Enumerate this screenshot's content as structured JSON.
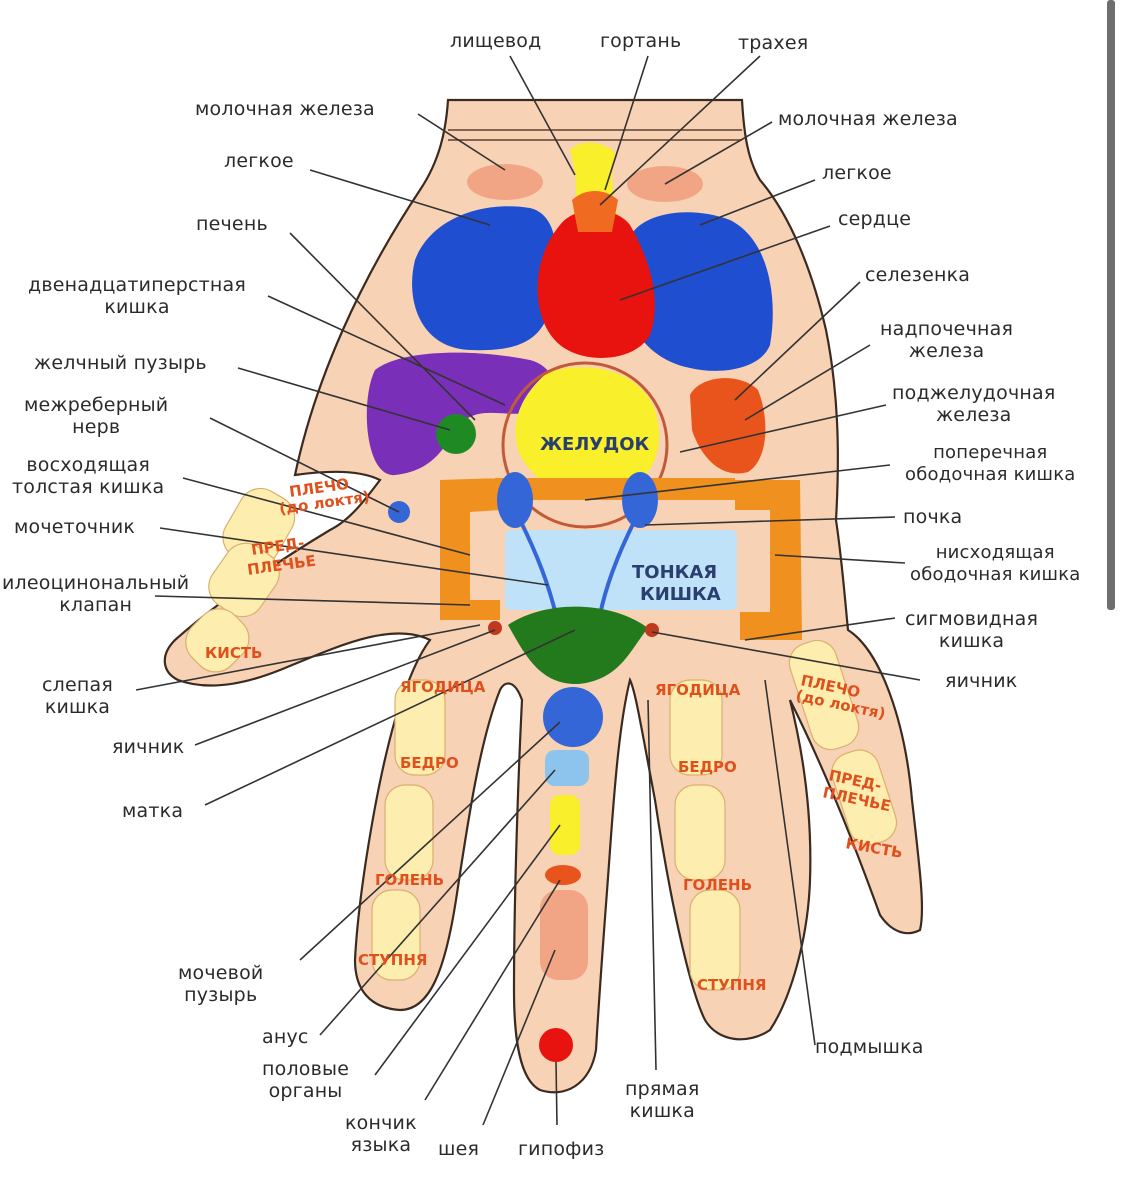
{
  "labels": {
    "esophagus": "лищевод",
    "larynx": "гортань",
    "trachea": "трахея",
    "mammary_left": "молочная железа",
    "mammary_right": "молочная железа",
    "lung_left": "легкое",
    "lung_right": "легкое",
    "liver": "печень",
    "heart": "сердце",
    "duodenum": "двенадцатиперстная\nкишка",
    "spleen": "селезенка",
    "adrenal": "надпочечная\nжелеза",
    "gallbladder": "желчный пузырь",
    "pancreas": "поджелудочная\nжелеза",
    "intercostal": "межреберный\nнерв",
    "transverse_colon": "поперечная\nободочная кишка",
    "ascending_colon": "восходящая\nтолстая кишка",
    "kidney": "почка",
    "ureter": "мочеточник",
    "descending_colon": "нисходящая\nободочная кишка",
    "ileocecal": "илеоцинональный\nклапан",
    "sigmoid": "сигмовидная\nкишка",
    "cecum": "слепая\nкишка",
    "ovary_right": "яичник",
    "ovary_left": "яичник",
    "uterus": "матка",
    "armpit": "подмышка",
    "bladder": "мочевой\nпузырь",
    "anus": "анус",
    "genitals": "половые\nорганы",
    "rectum": "прямая\nкишка",
    "tongue_tip": "кончик\nязыка",
    "neck": "шея",
    "pituitary": "гипофиз"
  },
  "organ_text": {
    "stomach": "ЖЕЛУДОК",
    "small_intestine_1": "ТОНКАЯ",
    "small_intestine_2": "КИШКА"
  },
  "zones": {
    "thumb_shoulder_1": "ПЛЕЧО",
    "thumb_shoulder_2": "(до локтя)",
    "thumb_forearm_1": "ПРЕД-",
    "thumb_forearm_2": "ПЛЕЧЬЕ",
    "thumb_hand": "КИСТЬ",
    "index_buttock": "ЯГОДИЦА",
    "index_thigh": "БЕДРО",
    "index_shin": "ГОЛЕНЬ",
    "index_foot": "СТУПНЯ",
    "ring_buttock": "ЯГОДИЦА",
    "ring_thigh": "БЕДРО",
    "ring_shin": "ГОЛЕНЬ",
    "ring_foot": "СТУПНЯ",
    "little_shoulder_1": "ПЛЕЧО",
    "little_shoulder_2": "(до локтя)",
    "little_forearm_1": "ПРЕД-",
    "little_forearm_2": "ПЛЕЧЬЕ",
    "little_hand": "КИСТЬ"
  },
  "colors": {
    "skin": "#f8d2b4",
    "skin_outline": "#3a2a20",
    "lung_blue": "#1f4fd0",
    "heart_red": "#e8120e",
    "liver_purple": "#7a2fb8",
    "gall_green": "#1e8a24",
    "stomach_yellow": "#f9ef2a",
    "colon_orange": "#f0901e",
    "spleen_orange": "#e9541c",
    "small_int_blue": "#bfe2f8",
    "uterus_green": "#237a1c",
    "bone_yellow": "#fdeeb0",
    "zone_text": "#e0501c"
  }
}
